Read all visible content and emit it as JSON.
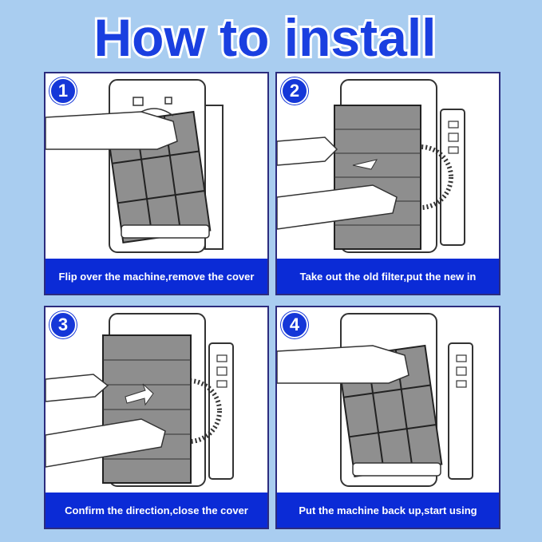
{
  "title": "How to install",
  "colors": {
    "background": "#a9cdf0",
    "title_fill": "#1a3fe0",
    "caption_bg": "#0b2bd6",
    "badge": "#1537d8"
  },
  "steps": [
    {
      "number": "1",
      "caption": "Flip over the machine,remove the cover"
    },
    {
      "number": "2",
      "caption": "Take out the old filter,put the new in"
    },
    {
      "number": "3",
      "caption": "Confirm the direction,close the cover"
    },
    {
      "number": "4",
      "caption": "Put the machine back up,start using"
    }
  ]
}
